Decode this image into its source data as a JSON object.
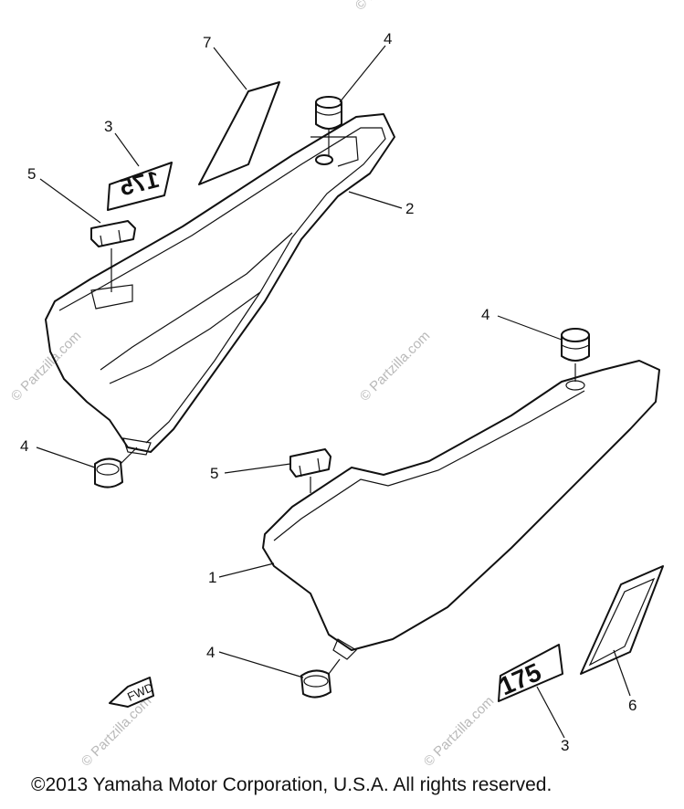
{
  "watermark_text": "© Partzilla.com",
  "callouts": {
    "c7": "7",
    "c4_top": "4",
    "c3_top": "3",
    "c5_top": "5",
    "c2": "2",
    "c4_mid_right": "4",
    "c4_left": "4",
    "c5_mid": "5",
    "c1": "1",
    "c4_bottom": "4",
    "c6": "6",
    "c3_bottom": "3"
  },
  "decals": {
    "model_upper": "175",
    "model_lower": "175",
    "fwd_arrow": "FWD"
  },
  "copyright": "©2013  Yamaha Motor Corporation, U.S.A. All rights reserved."
}
